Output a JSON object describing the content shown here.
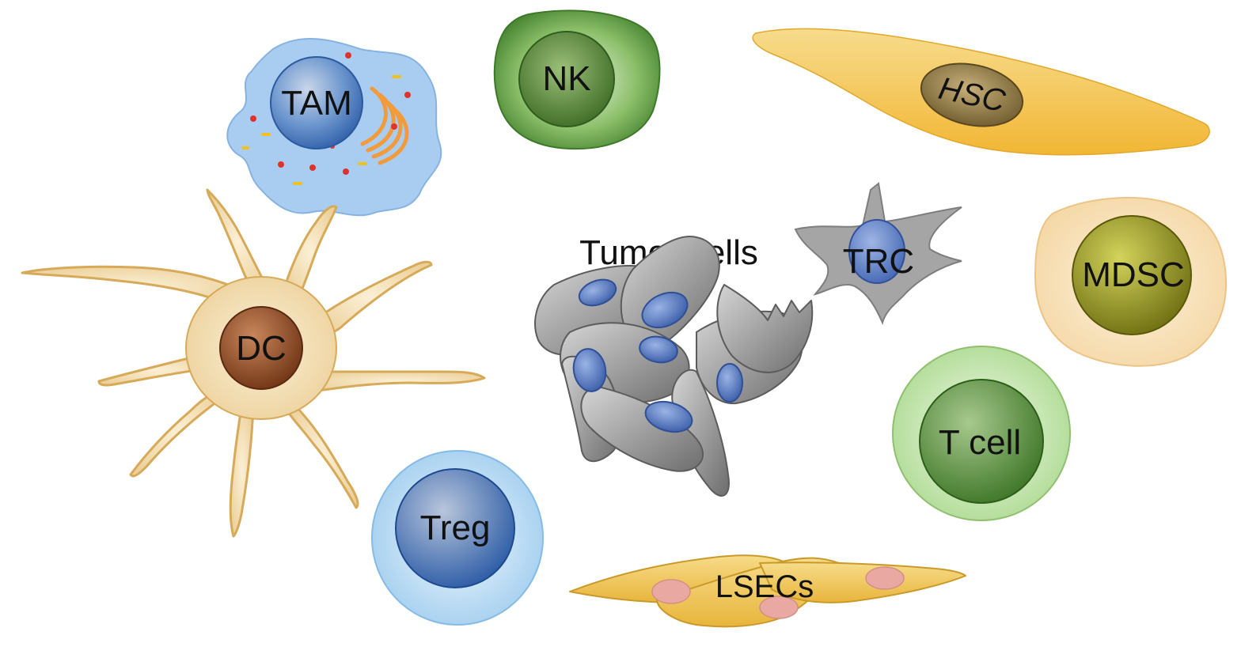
{
  "cells": {
    "tam": "TAM",
    "nk": "NK",
    "hsc": "HSC",
    "dc": "DC",
    "tumor": "Tumor cells",
    "trc": "TRC",
    "mdsc": "MDSC",
    "tcell": "T cell",
    "treg": "Treg",
    "lsecs": "LSECs"
  },
  "colors": {
    "tam_cytoplasm": "#a9cdf0",
    "tam_nucleus": "#3d78c4",
    "nk_body": "#5c9a3c",
    "hsc_body": "#f3c14a",
    "dc_body": "#f4dfb0",
    "dc_nucleus": "#8a4a25",
    "tumor_body": "#9a9a9a",
    "tumor_nucleus": "#5b7fc9",
    "mdsc_body": "#f7dcae",
    "mdsc_nucleus": "#8f8f1e",
    "tcell_body": "#bfe3a8",
    "tcell_nucleus": "#4f8a34",
    "treg_body": "#b7d9f2",
    "treg_nucleus": "#2f62ad",
    "lsec_body": "#efc65e",
    "lsec_nucleus": "#e9a9a2"
  }
}
